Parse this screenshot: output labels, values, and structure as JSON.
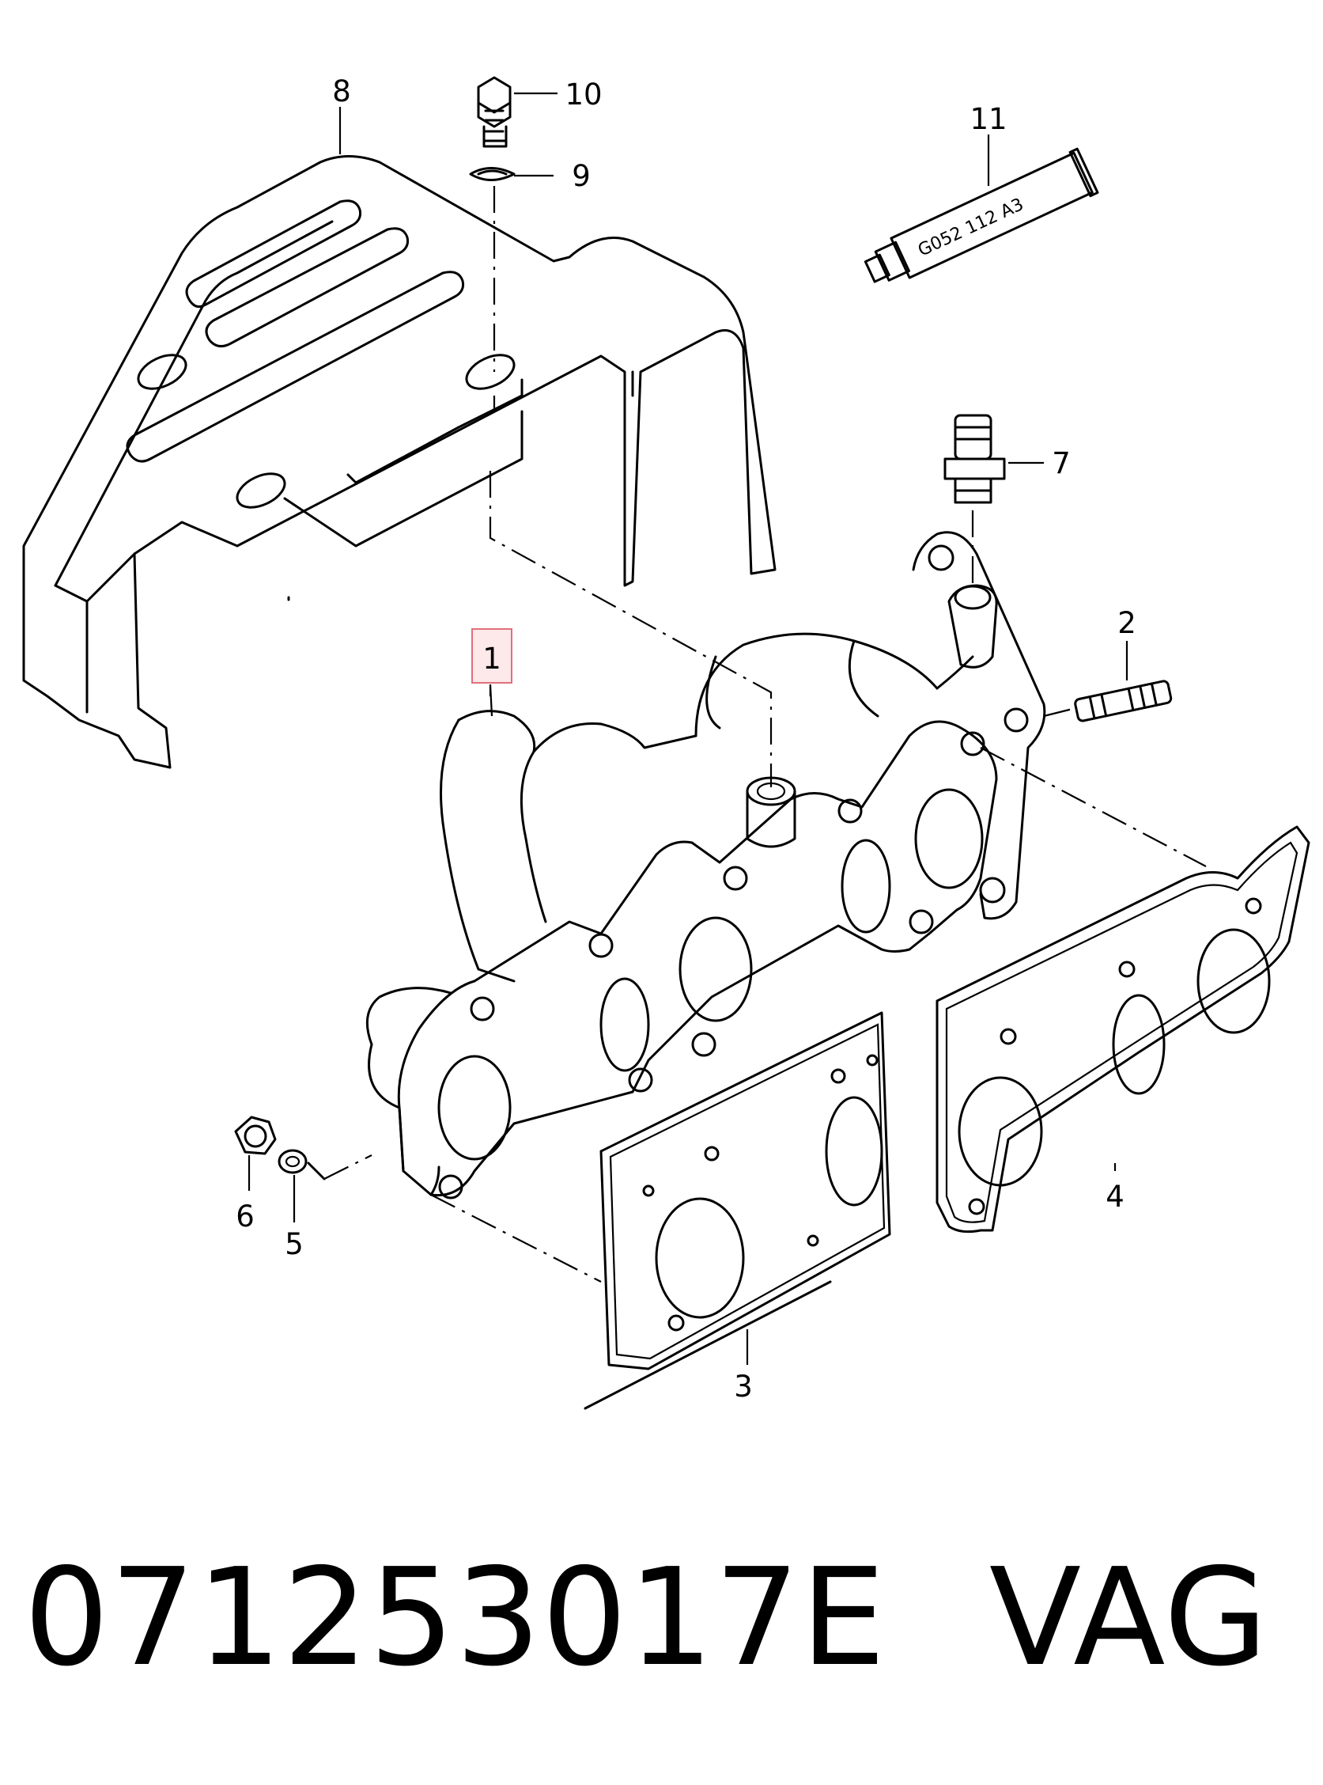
{
  "callouts": [
    {
      "id": "1",
      "label": "1"
    },
    {
      "id": "2",
      "label": "2"
    },
    {
      "id": "3",
      "label": "3"
    },
    {
      "id": "4",
      "label": "4"
    },
    {
      "id": "5",
      "label": "5"
    },
    {
      "id": "6",
      "label": "6"
    },
    {
      "id": "7",
      "label": "7"
    },
    {
      "id": "8",
      "label": "8"
    },
    {
      "id": "9",
      "label": "9"
    },
    {
      "id": "10",
      "label": "10"
    },
    {
      "id": "11",
      "label": "11"
    }
  ],
  "sealant_tube": {
    "text": "G052  112 A3"
  },
  "footer": {
    "part_number": "071253017E",
    "vendor": "VAG"
  },
  "colors": {
    "line": "#000000",
    "highlight": "#e0707a",
    "highlight_fill": "#fde8ea"
  }
}
